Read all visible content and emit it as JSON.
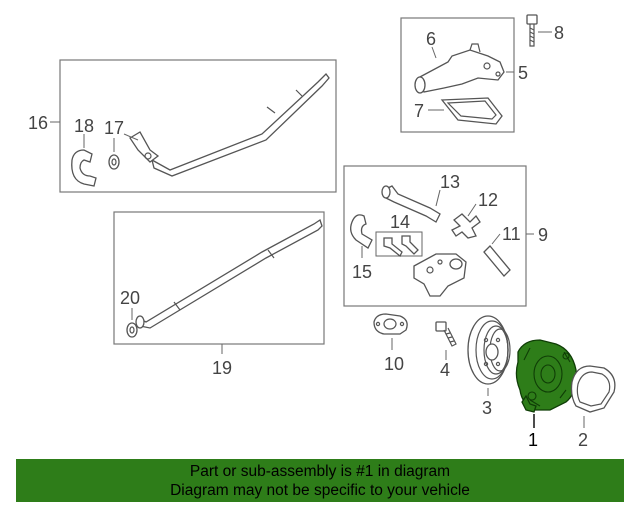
{
  "callouts": {
    "c1": "1",
    "c2": "2",
    "c3": "3",
    "c4": "4",
    "c5": "5",
    "c6": "6",
    "c7": "7",
    "c8": "8",
    "c9": "9",
    "c10": "10",
    "c11": "11",
    "c12": "12",
    "c13": "13",
    "c14": "14",
    "c15": "15",
    "c16": "16",
    "c17": "17",
    "c18": "18",
    "c19": "19",
    "c20": "20"
  },
  "highlight": {
    "part_number": "1",
    "color": "#2e7d19"
  },
  "banner": {
    "line1": "Part or sub-assembly is #1 in diagram",
    "line2": "Diagram may not be specific to your vehicle",
    "background": "#2e7d19"
  }
}
